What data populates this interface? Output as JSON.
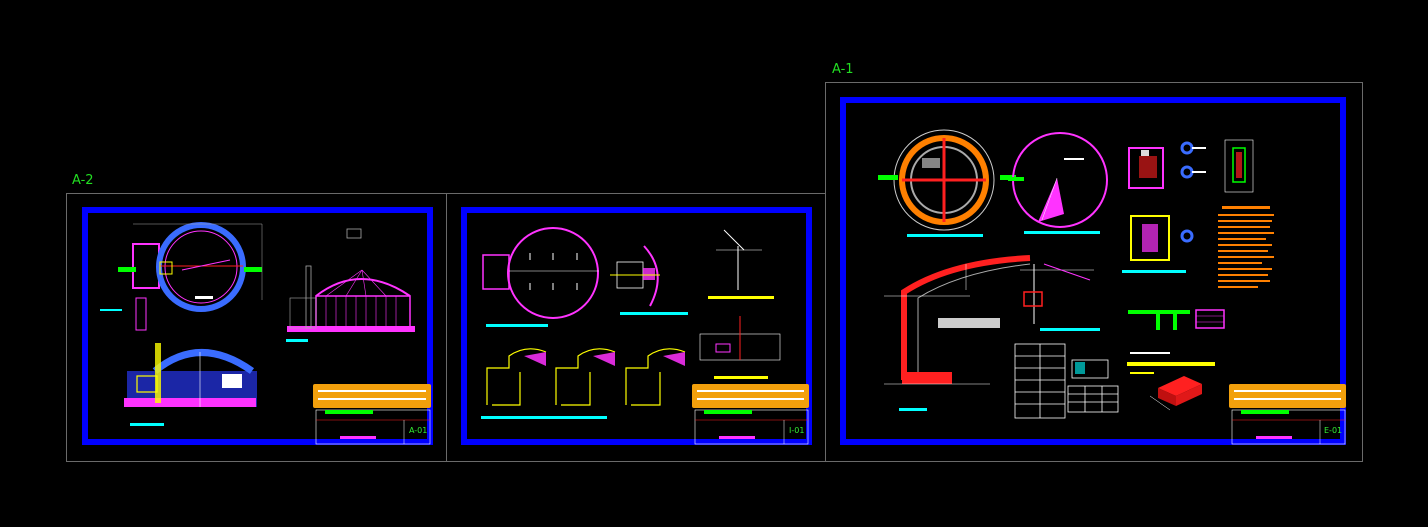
{
  "sheet_labels": {
    "left": "A-2",
    "right": "A-1"
  },
  "title_block_codes": {
    "left": "A-01",
    "middle": "I-01",
    "right": "E-01"
  },
  "colors": {
    "background": "#000000",
    "sheet_border": "#6a6a6a",
    "viewport_frame": "#0000ff",
    "title_block": "#f2a00c",
    "label": "#22dd22",
    "magenta": "#ff33ff",
    "cyan": "#00ffff",
    "red": "#ff2020",
    "yellow": "#ffff00",
    "orange": "#ff8000",
    "green": "#00ff00",
    "white": "#ffffff"
  },
  "icons": {
    "drawing-canvas": "cad-model-space"
  }
}
